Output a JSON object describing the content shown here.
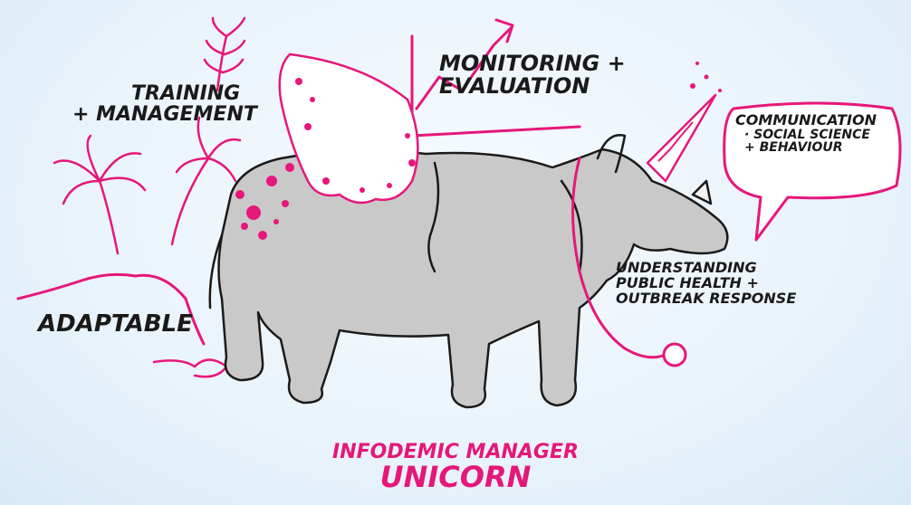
{
  "labels": {
    "training": [
      "TRAINING",
      "+ MANAGEMENT"
    ],
    "monitoring": [
      "MONITORING +",
      "EVALUATION"
    ],
    "communication": [
      "COMMUNICATION",
      "· SOCIAL SCIENCE",
      "+ BEHAVIOUR"
    ],
    "adaptable": "ADAPTABLE",
    "understanding": [
      "UNDERSTANDING",
      "PUBLIC HEALTH +",
      "OUTBREAK RESPONSE"
    ]
  },
  "title": {
    "line1": "INFODEMIC MANAGER",
    "line2": "UNICORN"
  },
  "colors": {
    "accent": "#e6177a",
    "ink": "#1a1a1a",
    "body": "#c9c9c9",
    "background": "#e9f3fb"
  }
}
